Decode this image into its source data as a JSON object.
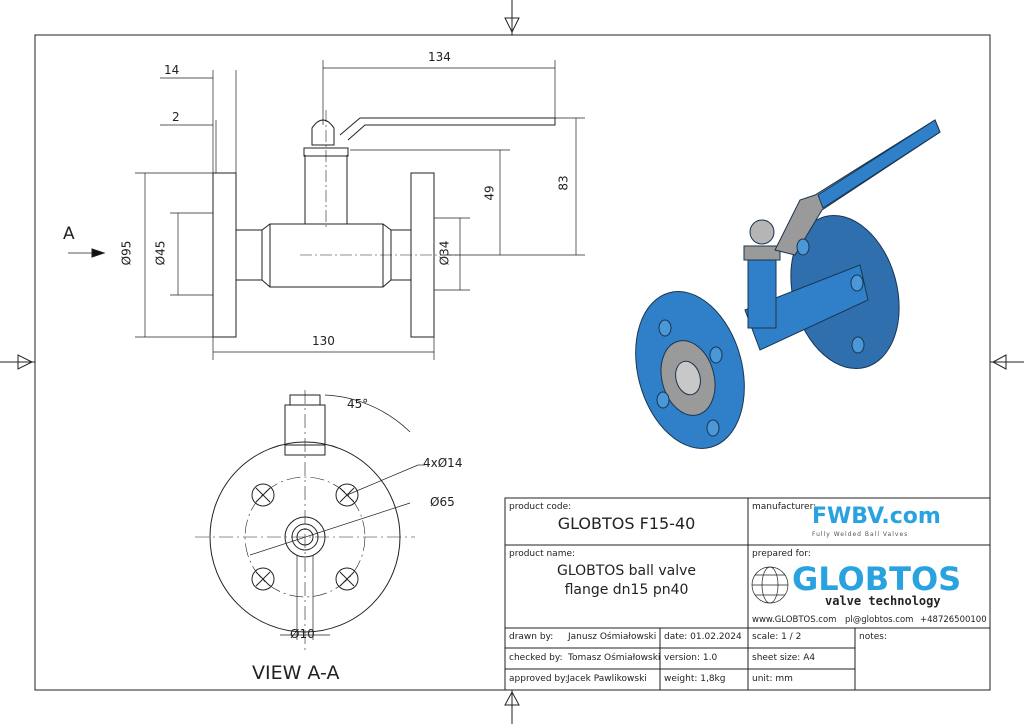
{
  "drawing": {
    "dimensions": {
      "d14": "14",
      "d2": "2",
      "d134": "134",
      "d83": "83",
      "d49": "49",
      "d95": "Ø95",
      "d45": "Ø45",
      "d34": "Ø34",
      "d130": "130",
      "d45deg": "45°",
      "holes": "4xØ14",
      "d65": "Ø65",
      "d10": "Ø10"
    },
    "view_arrow_label": "A",
    "view_label": "VIEW A-A"
  },
  "title_block": {
    "product_code_label": "product code:",
    "product_code": "GLOBTOS F15-40",
    "product_name_label": "product name:",
    "product_name_line1": "GLOBTOS ball valve",
    "product_name_line2": "flange dn15 pn40",
    "manufacturer_label": "manufacturer:",
    "manufacturer_logo": "FWBV.com",
    "manufacturer_tagline": "Fully Welded Ball Valves",
    "prepared_for_label": "prepared for:",
    "client_logo": "GLOBTOS",
    "client_tagline": "valve technology",
    "website": "www.GLOBTOS.com",
    "email": "pl@globtos.com",
    "phone": "+48726500100",
    "drawn_by_label": "drawn by:",
    "drawn_by": "Janusz Ośmiałowski",
    "checked_by_label": "checked by:",
    "checked_by": "Tomasz Ośmiałowski",
    "approved_by_label": "approved by:",
    "approved_by": "Jacek Pawlikowski",
    "date": "date: 01.02.2024",
    "version": "version:  1.0",
    "weight": "weight:  1,8kg",
    "scale": "scale: 1 / 2",
    "sheet_size": "sheet size:  A4",
    "unit": "unit:  mm",
    "notes_label": "notes:"
  },
  "colors": {
    "valve_blue": "#2f80c8",
    "logo_blue": "#29a3e0",
    "steel": "#9a9a9a"
  }
}
